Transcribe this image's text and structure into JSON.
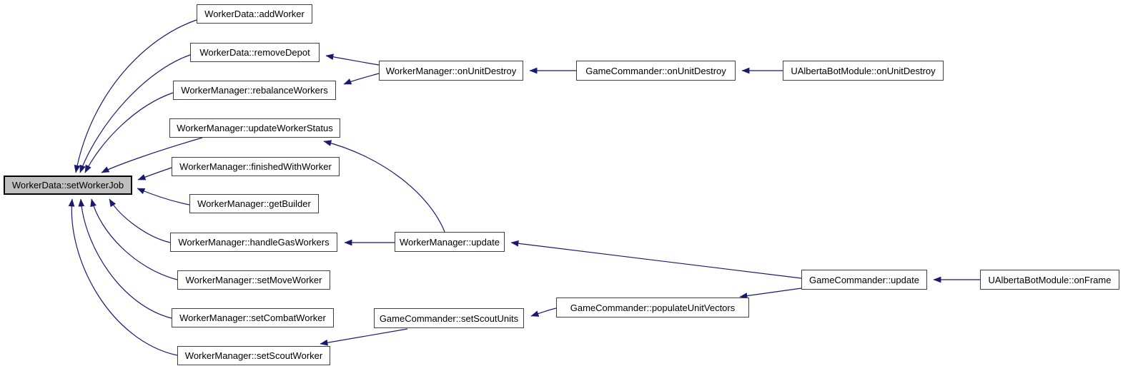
{
  "graph": {
    "type": "caller-graph",
    "root": "WorkerData::setWorkerJob",
    "colors": {
      "edge": "#191970",
      "node_border": "#404040",
      "node_fill": "#ffffff",
      "highlight_fill": "#bfbfbf",
      "text": "#000000",
      "background": "#ffffff"
    },
    "nodes": {
      "setWorkerJob": {
        "label": "WorkerData::setWorkerJob",
        "highlighted": true
      },
      "addWorker": {
        "label": "WorkerData::addWorker",
        "highlighted": false
      },
      "removeDepot": {
        "label": "WorkerData::removeDepot",
        "highlighted": false
      },
      "rebalanceWorkers": {
        "label": "WorkerManager::rebalanceWorkers",
        "highlighted": false
      },
      "updateWorkerStatus": {
        "label": "WorkerManager::updateWorkerStatus",
        "highlighted": false
      },
      "finishedWithWorker": {
        "label": "WorkerManager::finishedWithWorker",
        "highlighted": false
      },
      "getBuilder": {
        "label": "WorkerManager::getBuilder",
        "highlighted": false
      },
      "handleGasWorkers": {
        "label": "WorkerManager::handleGasWorkers",
        "highlighted": false
      },
      "setMoveWorker": {
        "label": "WorkerManager::setMoveWorker",
        "highlighted": false
      },
      "setCombatWorker": {
        "label": "WorkerManager::setCombatWorker",
        "highlighted": false
      },
      "setScoutWorker": {
        "label": "WorkerManager::setScoutWorker",
        "highlighted": false
      },
      "onUnitDestroyWM": {
        "label": "WorkerManager::onUnitDestroy",
        "highlighted": false
      },
      "onUnitDestroyGC": {
        "label": "GameCommander::onUnitDestroy",
        "highlighted": false
      },
      "onUnitDestroyUAB": {
        "label": "UAlbertaBotModule::onUnitDestroy",
        "highlighted": false
      },
      "updateWM": {
        "label": "WorkerManager::update",
        "highlighted": false
      },
      "setScoutUnits": {
        "label": "GameCommander::setScoutUnits",
        "highlighted": false
      },
      "populateUnitVectors": {
        "label": "GameCommander::populateUnitVectors",
        "highlighted": false
      },
      "updateGC": {
        "label": "GameCommander::update",
        "highlighted": false
      },
      "onFrame": {
        "label": "UAlbertaBotModule::onFrame",
        "highlighted": false
      }
    },
    "edges": [
      {
        "from": "WorkerData::addWorker",
        "to": "WorkerData::setWorkerJob"
      },
      {
        "from": "WorkerData::removeDepot",
        "to": "WorkerData::setWorkerJob"
      },
      {
        "from": "WorkerManager::rebalanceWorkers",
        "to": "WorkerData::setWorkerJob"
      },
      {
        "from": "WorkerManager::updateWorkerStatus",
        "to": "WorkerData::setWorkerJob"
      },
      {
        "from": "WorkerManager::finishedWithWorker",
        "to": "WorkerData::setWorkerJob"
      },
      {
        "from": "WorkerManager::getBuilder",
        "to": "WorkerData::setWorkerJob"
      },
      {
        "from": "WorkerManager::handleGasWorkers",
        "to": "WorkerData::setWorkerJob"
      },
      {
        "from": "WorkerManager::setMoveWorker",
        "to": "WorkerData::setWorkerJob"
      },
      {
        "from": "WorkerManager::setCombatWorker",
        "to": "WorkerData::setWorkerJob"
      },
      {
        "from": "WorkerManager::setScoutWorker",
        "to": "WorkerData::setWorkerJob"
      },
      {
        "from": "WorkerManager::onUnitDestroy",
        "to": "WorkerData::removeDepot"
      },
      {
        "from": "WorkerManager::onUnitDestroy",
        "to": "WorkerManager::rebalanceWorkers"
      },
      {
        "from": "GameCommander::onUnitDestroy",
        "to": "WorkerManager::onUnitDestroy"
      },
      {
        "from": "UAlbertaBotModule::onUnitDestroy",
        "to": "GameCommander::onUnitDestroy"
      },
      {
        "from": "WorkerManager::update",
        "to": "WorkerManager::updateWorkerStatus"
      },
      {
        "from": "WorkerManager::update",
        "to": "WorkerManager::handleGasWorkers"
      },
      {
        "from": "GameCommander::update",
        "to": "WorkerManager::update"
      },
      {
        "from": "UAlbertaBotModule::onFrame",
        "to": "GameCommander::update"
      },
      {
        "from": "GameCommander::update",
        "to": "GameCommander::populateUnitVectors"
      },
      {
        "from": "GameCommander::populateUnitVectors",
        "to": "GameCommander::setScoutUnits"
      },
      {
        "from": "GameCommander::setScoutUnits",
        "to": "WorkerManager::setScoutWorker"
      }
    ]
  }
}
